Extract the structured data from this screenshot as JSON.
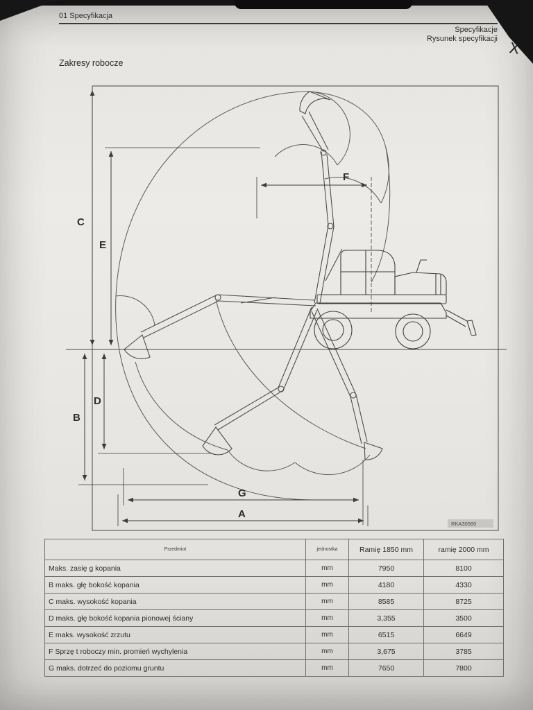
{
  "page": {
    "header_left": "01 Specyfikacja",
    "header_right_line1": "Specyfikacje",
    "header_right_line2": "Rysunek specyfikacji",
    "handwritten_mark": "X",
    "section_title": "Zakresy robocze",
    "figure_ref": "RKA30580"
  },
  "diagram": {
    "label_a": "A",
    "label_b": "B",
    "label_c": "C",
    "label_d": "D",
    "label_e": "E",
    "label_f": "F",
    "label_g": "G"
  },
  "table": {
    "headers": {
      "item": "Przedmiot",
      "unit": "jednostka",
      "arm1": "Ramię  1850 mm",
      "arm2": "ramię  2000 mm"
    },
    "rows": [
      {
        "item": "Maks. zasię g kopania",
        "unit": "mm",
        "arm1": "7950",
        "arm2": "8100"
      },
      {
        "item": "B maks. głę bokość kopania",
        "unit": "mm",
        "arm1": "4180",
        "arm2": "4330"
      },
      {
        "item": "C maks. wysokość kopania",
        "unit": "mm",
        "arm1": "8585",
        "arm2": "8725"
      },
      {
        "item": "D maks. głę bokość kopania pionowej ściany",
        "unit": "mm",
        "arm1": "3,355",
        "arm2": "3500"
      },
      {
        "item": "E maks. wysokość zrzutu",
        "unit": "mm",
        "arm1": "6515",
        "arm2": "6649"
      },
      {
        "item": "F Sprzę t roboczy min. promień wychylenia",
        "unit": "mm",
        "arm1": "3,675",
        "arm2": "3785"
      },
      {
        "item": "G maks. dotrzeć do poziomu gruntu",
        "unit": "mm",
        "arm1": "7650",
        "arm2": "7800"
      }
    ]
  }
}
